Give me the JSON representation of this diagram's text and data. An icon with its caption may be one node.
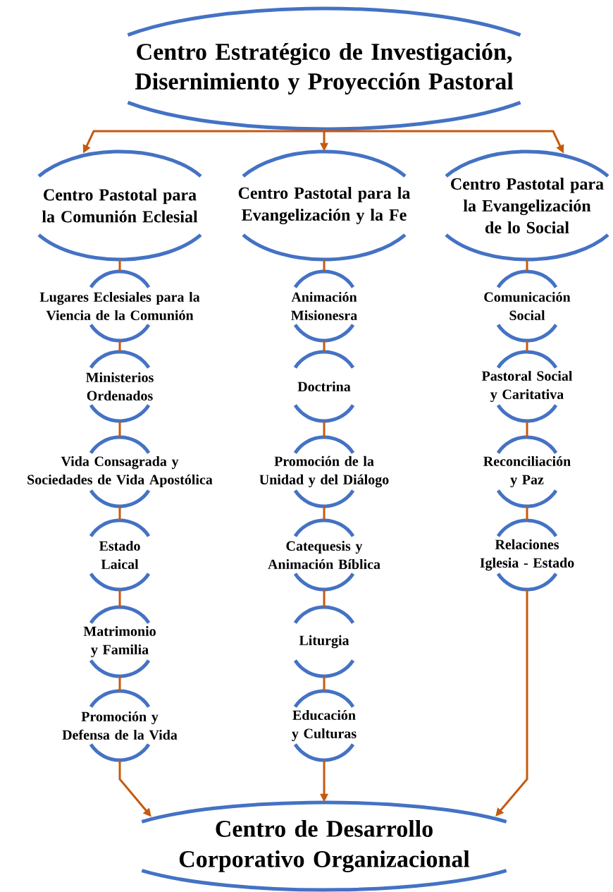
{
  "diagram": {
    "nodes": [
      {
        "text": [
          "Centro Estratégico de Investigación, Disernimiento y Proyección Pastoral"
        ]
      },
      {
        "text": [
          "Centro Pastotal para la Comunión Eclesial"
        ]
      },
      {
        "text": [
          "Centro Pastotal para la Evangelización y la Fe"
        ]
      },
      {
        "text": [
          "Centro Pastotal para la Evangelización de lo Social"
        ]
      },
      {
        "text": [
          "Lugares Eclesiales para la Viencia de la Comunión"
        ]
      },
      {
        "text": [
          "Ministerios Ordenados"
        ]
      },
      {
        "text": [
          "Vida Consagrada y Sociedades de Vida Apostólica"
        ]
      },
      {
        "text": [
          "Estado Laical"
        ]
      },
      {
        "text": [
          "Matrimonio y Familia"
        ]
      },
      {
        "text": [
          "Promoción y Defensa de la Vida"
        ]
      },
      {
        "text": [
          "Animación Misionesra"
        ]
      },
      {
        "text": [
          "Doctrina"
        ]
      },
      {
        "text": [
          "Promoción de la Unidad y del Diálogo"
        ]
      },
      {
        "text": [
          "Catequesis y Animación Bíblica"
        ]
      },
      {
        "text": [
          "Liturgia"
        ]
      },
      {
        "text": [
          "Educación y Culturas"
        ]
      },
      {
        "text": [
          "Comunicación Social"
        ]
      },
      {
        "text": [
          "Pastoral Social y Caritativa"
        ]
      },
      {
        "text": [
          "Reconciliación y Paz"
        ]
      },
      {
        "text": [
          "Relaciones Iglesia - Estado"
        ]
      },
      {
        "text": [
          "Centro de Desarrollo Corporativo Organizacional"
        ]
      }
    ],
    "edges": [
      {
        "from": 0,
        "to": 1,
        "arrow": "to"
      },
      {
        "from": 0,
        "to": 2,
        "arrow": "to"
      },
      {
        "from": 0,
        "to": 3,
        "arrow": "to"
      },
      {
        "from": 1,
        "to": 4,
        "arrow": "none"
      },
      {
        "from": 4,
        "to": 5,
        "arrow": "none"
      },
      {
        "from": 5,
        "to": 6,
        "arrow": "none"
      },
      {
        "from": 6,
        "to": 7,
        "arrow": "none"
      },
      {
        "from": 7,
        "to": 8,
        "arrow": "none"
      },
      {
        "from": 8,
        "to": 9,
        "arrow": "none"
      },
      {
        "from": 2,
        "to": 10,
        "arrow": "none"
      },
      {
        "from": 10,
        "to": 11,
        "arrow": "none"
      },
      {
        "from": 11,
        "to": 12,
        "arrow": "none"
      },
      {
        "from": 12,
        "to": 13,
        "arrow": "none"
      },
      {
        "from": 13,
        "to": 14,
        "arrow": "none"
      },
      {
        "from": 14,
        "to": 15,
        "arrow": "none"
      },
      {
        "from": 3,
        "to": 16,
        "arrow": "none"
      },
      {
        "from": 16,
        "to": 17,
        "arrow": "none"
      },
      {
        "from": 17,
        "to": 18,
        "arrow": "none"
      },
      {
        "from": 18,
        "to": 19,
        "arrow": "none"
      },
      {
        "from": 9,
        "to": 20,
        "arrow": "to"
      },
      {
        "from": 15,
        "to": 20,
        "arrow": "to"
      },
      {
        "from": 19,
        "to": 20,
        "arrow": "to"
      }
    ]
  }
}
